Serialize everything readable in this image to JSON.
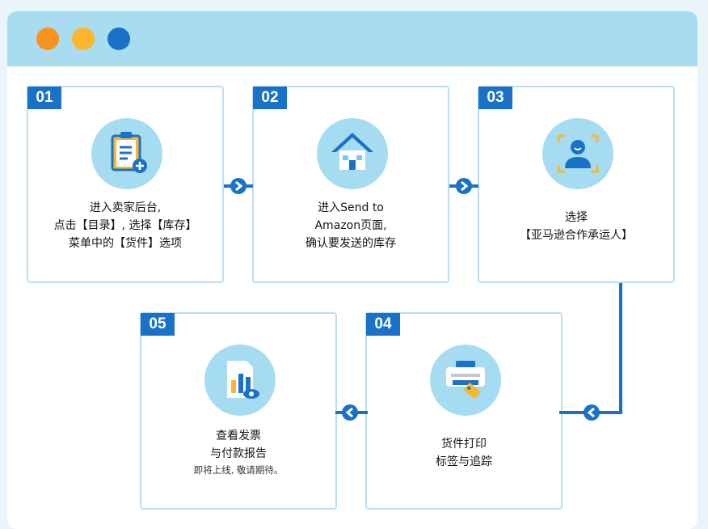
{
  "colors": {
    "dot1": "#f7941d",
    "dot2": "#fbb62b",
    "dot3": "#1a72c8",
    "accent": "#1a72c8",
    "titlebar": "#aadcf0"
  },
  "steps": [
    {
      "number": "01",
      "icon": "clipboard-add-icon",
      "lines": [
        "进入卖家后台,",
        "点击【目录】, 选择【库存】",
        "菜单中的【货件】选项"
      ]
    },
    {
      "number": "02",
      "icon": "house-icon",
      "lines": [
        "进入Send to",
        "Amazon页面,",
        "确认要发送的库存"
      ]
    },
    {
      "number": "03",
      "icon": "user-scan-icon",
      "lines": [
        "选择",
        "【亚马逊合作承运人】"
      ]
    },
    {
      "number": "04",
      "icon": "label-printer-icon",
      "lines": [
        "货件打印",
        "标签与追踪"
      ]
    },
    {
      "number": "05",
      "icon": "report-chart-icon",
      "lines": [
        "查看发票",
        "与付款报告"
      ],
      "note": "即将上线, 敬请期待。"
    }
  ]
}
